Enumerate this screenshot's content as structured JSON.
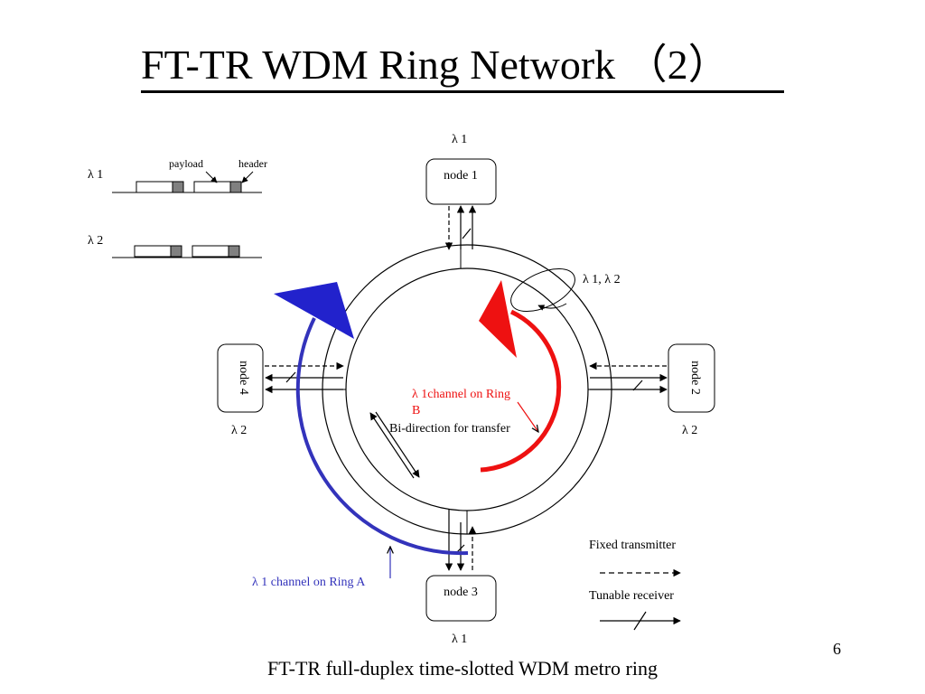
{
  "slide": {
    "title": "FT-TR WDM Ring Network （2）",
    "caption": "FT-TR full-duplex time-slotted WDM metro ring",
    "page_number": "6"
  },
  "diagram": {
    "nodes": {
      "node1": "node 1",
      "node2": "node 2",
      "node3": "node 3",
      "node4": "node 4"
    },
    "wavelength_labels": {
      "top": "λ 1",
      "bottom": "λ 1",
      "left": "λ 2",
      "right": "λ 2",
      "ring_pair": "λ 1,  λ 2"
    },
    "slot_legend": {
      "lambda1": "λ 1",
      "lambda2": "λ 2",
      "payload": "payload",
      "header": "header"
    },
    "ring_b_label": {
      "symbol": "λ 1",
      "text": "channel on Ring",
      "suffix": "B"
    },
    "ring_a_label": {
      "symbol": "λ 1",
      "text": " channel on Ring A"
    },
    "bidirection_label": "Bi-direction for transfer",
    "legend": {
      "fixed_transmitter": "Fixed transmitter",
      "tunable_receiver": "Tunable receiver"
    },
    "colors": {
      "ring_a": "#3333bb",
      "ring_b": "#ee1111",
      "header_slot": "#808080"
    }
  }
}
